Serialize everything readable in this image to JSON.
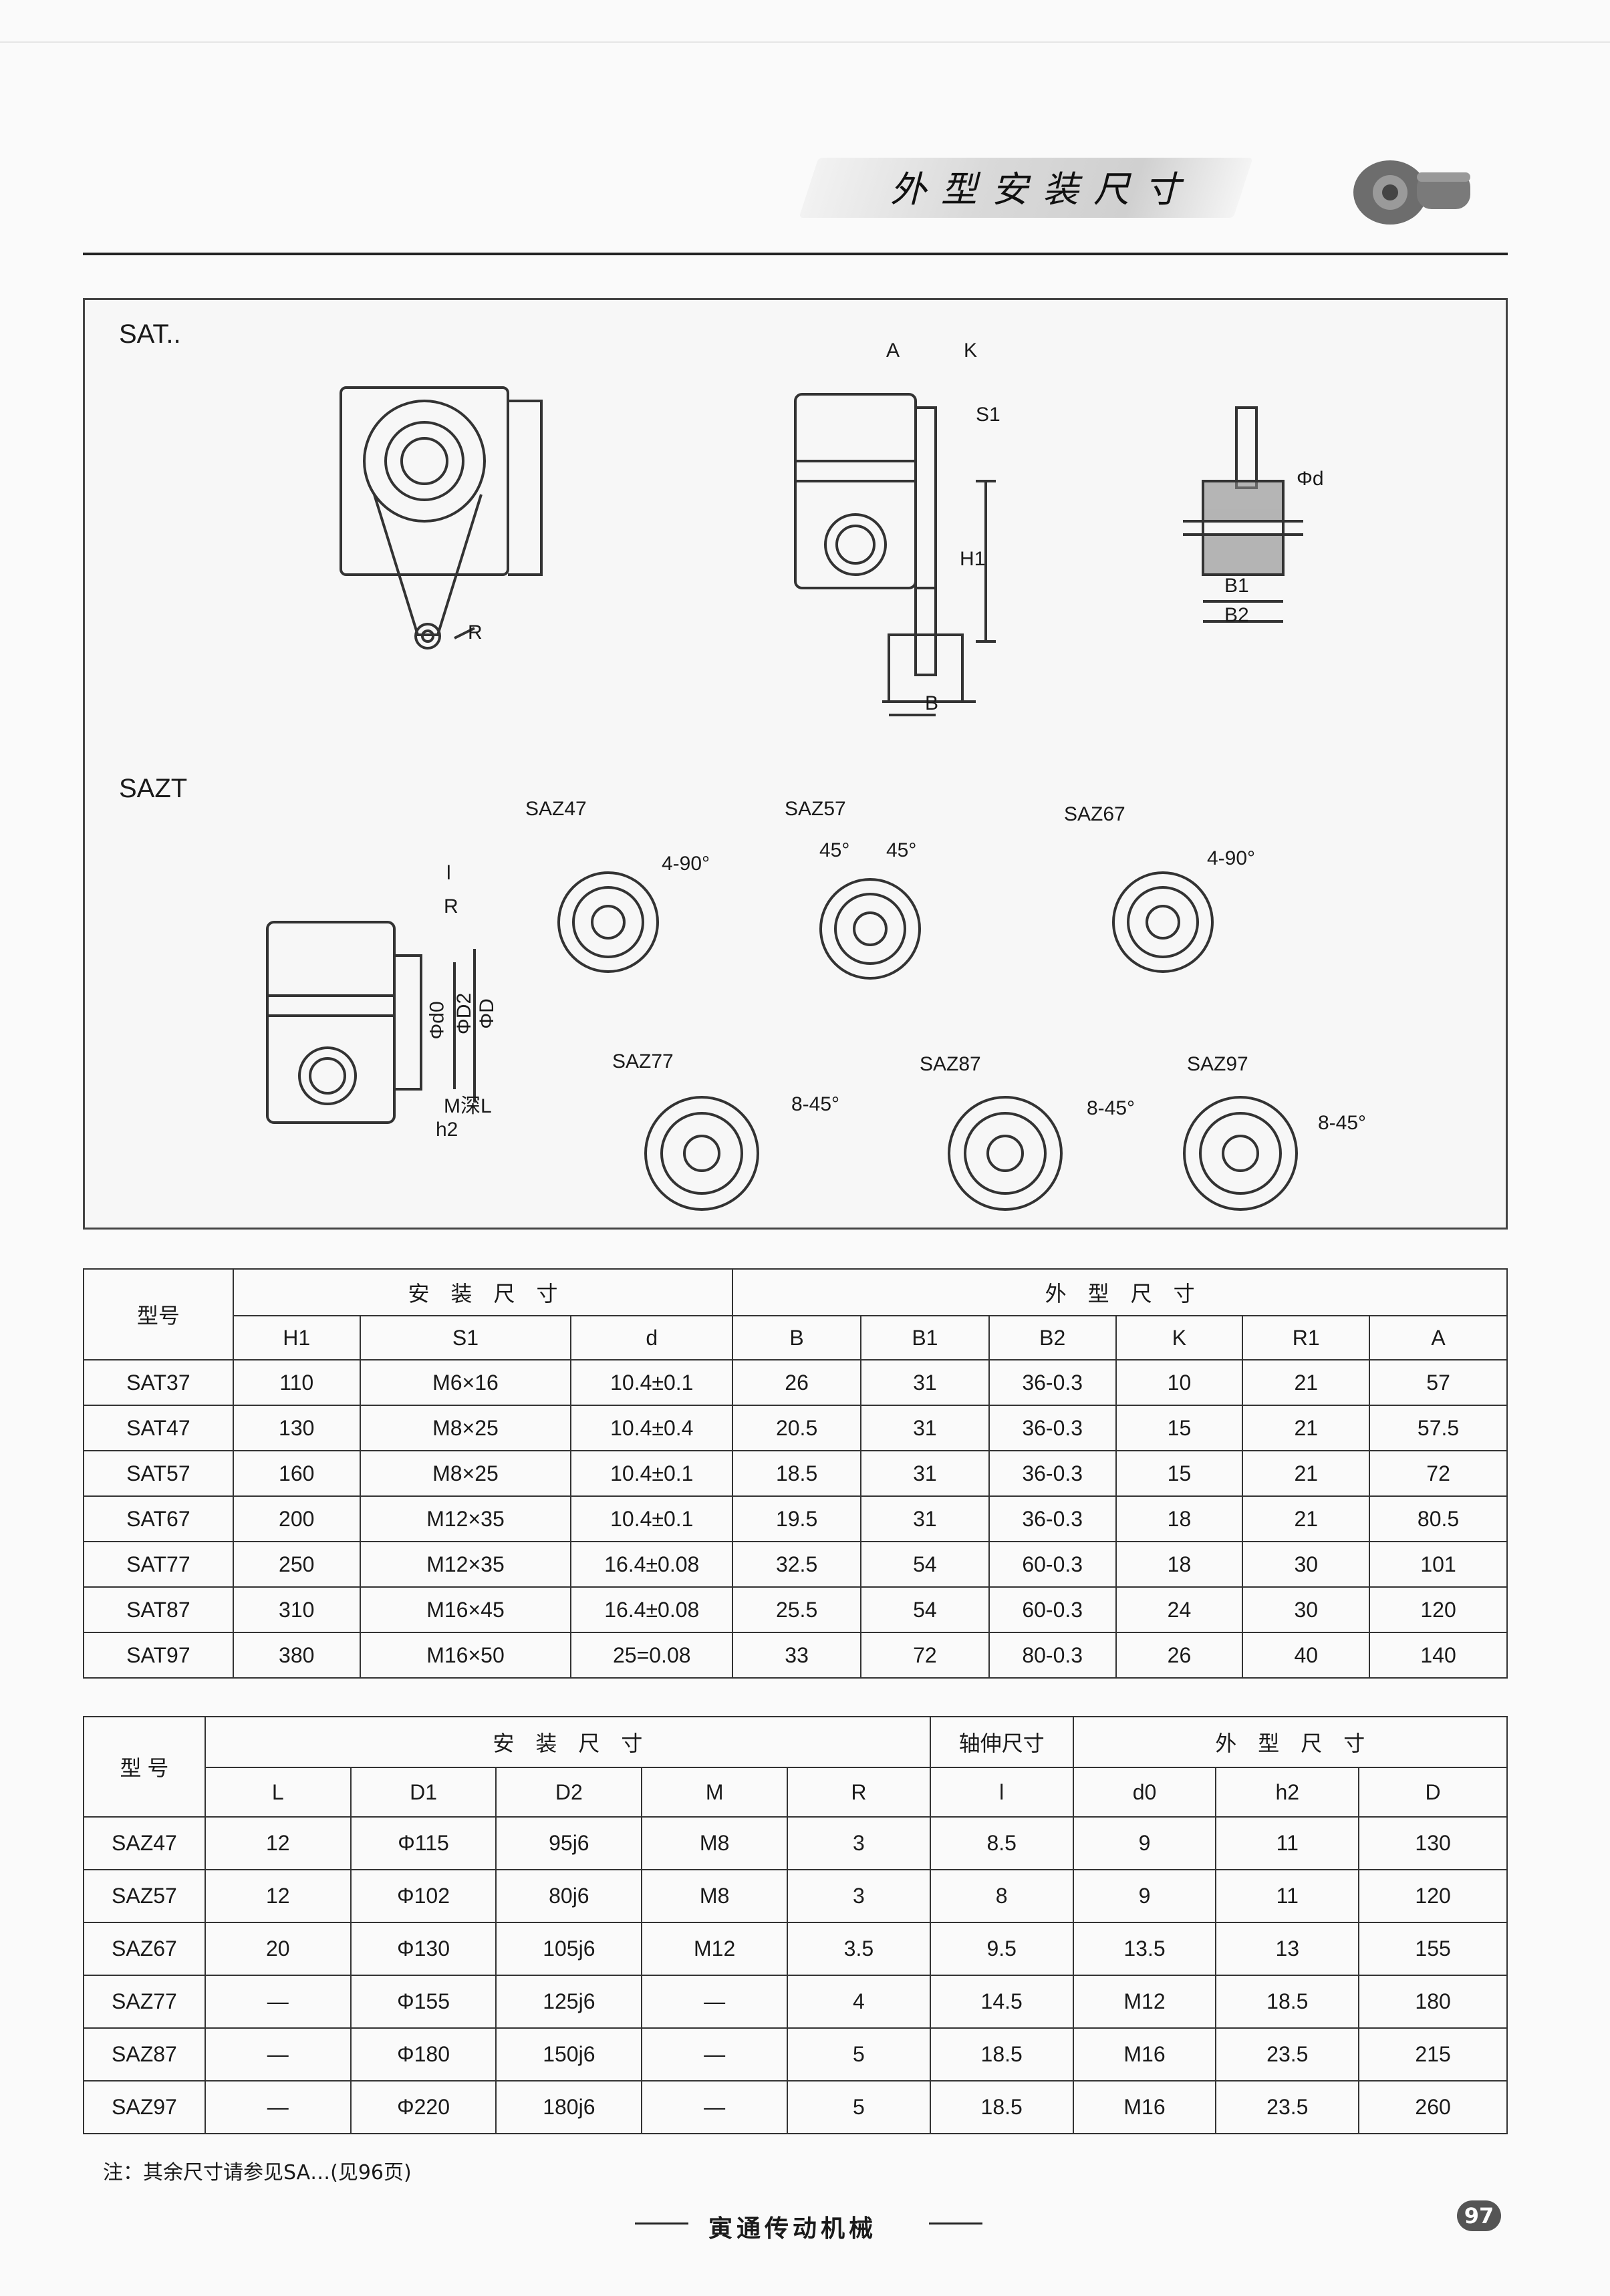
{
  "header": {
    "title": "外型安装尺寸"
  },
  "drawing": {
    "section_sat": "SAT..",
    "section_sazt": "SAZT",
    "dim_labels": {
      "A": "A",
      "K": "K",
      "S1": "S1",
      "H1": "H1",
      "B": "B",
      "B1": "B1",
      "B2": "B2",
      "phi_d": "Φd",
      "R": "R",
      "l": "l",
      "R2": "R",
      "d0": "Φd0",
      "D2": "ΦD2",
      "D": "ΦD",
      "M": "M深L",
      "h2": "h2"
    },
    "flanges": [
      {
        "name": "SAZ47",
        "angle": "4-90°"
      },
      {
        "name": "SAZ57",
        "angle": "45°",
        "angle2": "45°"
      },
      {
        "name": "SAZ67",
        "angle": "4-90°"
      },
      {
        "name": "SAZ77",
        "angle": "8-45°"
      },
      {
        "name": "SAZ87",
        "angle": "8-45°"
      },
      {
        "name": "SAZ97",
        "angle": "8-45°"
      }
    ]
  },
  "table1": {
    "model_label": "型号",
    "group_install": "安　装　尺　寸",
    "group_outline": "外　型　尺　寸",
    "columns": [
      "H1",
      "S1",
      "d",
      "B",
      "B1",
      "B2",
      "K",
      "R1",
      "A"
    ],
    "rows": [
      [
        "SAT37",
        "110",
        "M6×16",
        "10.4±0.1",
        "26",
        "31",
        "36-0.3",
        "10",
        "21",
        "57"
      ],
      [
        "SAT47",
        "130",
        "M8×25",
        "10.4±0.4",
        "20.5",
        "31",
        "36-0.3",
        "15",
        "21",
        "57.5"
      ],
      [
        "SAT57",
        "160",
        "M8×25",
        "10.4±0.1",
        "18.5",
        "31",
        "36-0.3",
        "15",
        "21",
        "72"
      ],
      [
        "SAT67",
        "200",
        "M12×35",
        "10.4±0.1",
        "19.5",
        "31",
        "36-0.3",
        "18",
        "21",
        "80.5"
      ],
      [
        "SAT77",
        "250",
        "M12×35",
        "16.4±0.08",
        "32.5",
        "54",
        "60-0.3",
        "18",
        "30",
        "101"
      ],
      [
        "SAT87",
        "310",
        "M16×45",
        "16.4±0.08",
        "25.5",
        "54",
        "60-0.3",
        "24",
        "30",
        "120"
      ],
      [
        "SAT97",
        "380",
        "M16×50",
        "25=0.08",
        "33",
        "72",
        "80-0.3",
        "26",
        "40",
        "140"
      ]
    ]
  },
  "table2": {
    "model_label": "型 号",
    "group_install": "安　装　尺　寸",
    "group_shaft": "轴伸尺寸",
    "group_outline": "外　型　尺　寸",
    "columns": [
      "L",
      "D1",
      "D2",
      "M",
      "R",
      "l",
      "d0",
      "h2",
      "D"
    ],
    "rows": [
      [
        "SAZ47",
        "12",
        "Φ115",
        "95j6",
        "M8",
        "3",
        "8.5",
        "9",
        "11",
        "130"
      ],
      [
        "SAZ57",
        "12",
        "Φ102",
        "80j6",
        "M8",
        "3",
        "8",
        "9",
        "11",
        "120"
      ],
      [
        "SAZ67",
        "20",
        "Φ130",
        "105j6",
        "M12",
        "3.5",
        "9.5",
        "13.5",
        "13",
        "155"
      ],
      [
        "SAZ77",
        "—",
        "Φ155",
        "125j6",
        "—",
        "4",
        "14.5",
        "M12",
        "18.5",
        "180"
      ],
      [
        "SAZ87",
        "—",
        "Φ180",
        "150j6",
        "—",
        "5",
        "18.5",
        "M16",
        "23.5",
        "215"
      ],
      [
        "SAZ97",
        "—",
        "Φ220",
        "180j6",
        "—",
        "5",
        "18.5",
        "M16",
        "23.5",
        "260"
      ]
    ]
  },
  "note": "注：其余尺寸请参见SA…(见96页)",
  "footer": {
    "brand": "寅通传动机械",
    "page": "97"
  }
}
